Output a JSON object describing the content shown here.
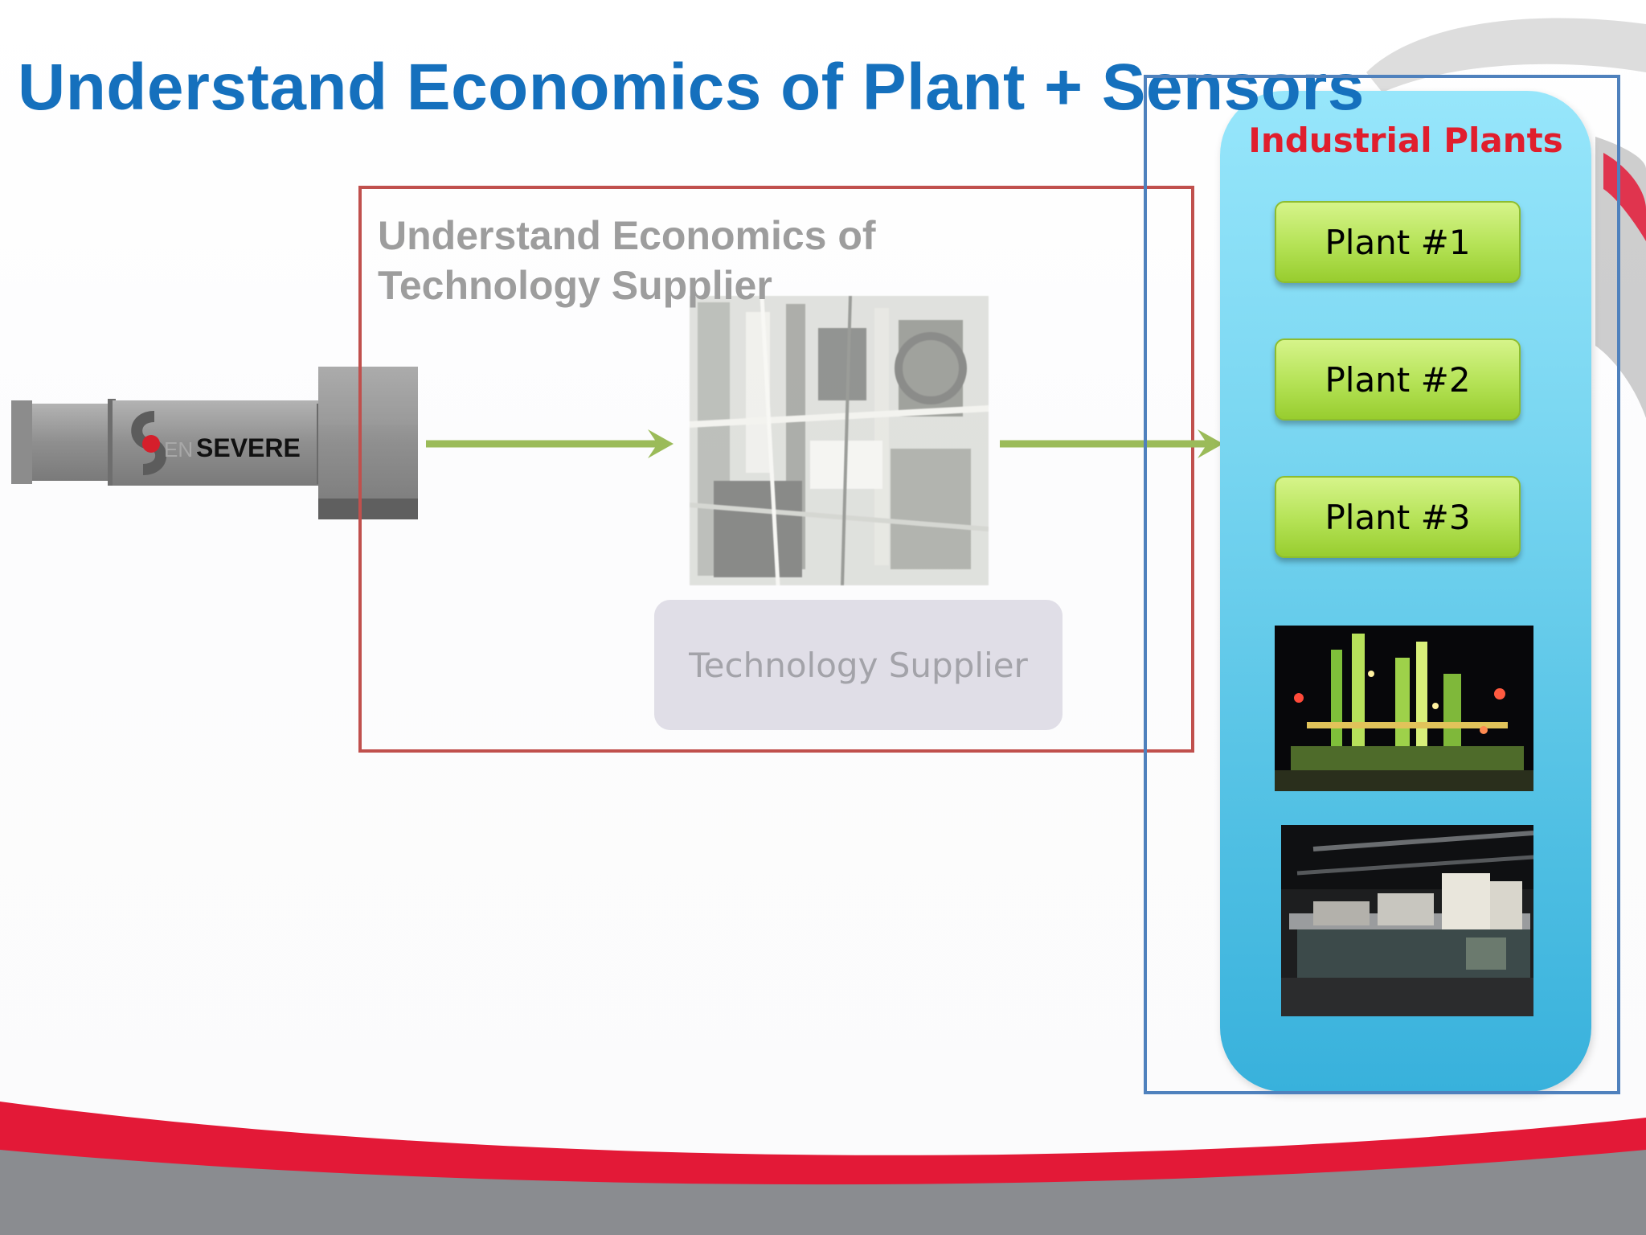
{
  "slide": {
    "title": "Understand Economics of Plant + Sensors"
  },
  "supplier_section": {
    "caption_line1": "Understand Economics of",
    "caption_line2": "Technology Supplier",
    "box_label": "Technology Supplier"
  },
  "sensor": {
    "brand_text": "SEVERE",
    "logo_letters": "EN"
  },
  "plants_section": {
    "heading": "Industrial Plants",
    "plants": [
      {
        "label": "Plant #1"
      },
      {
        "label": "Plant #2"
      },
      {
        "label": "Plant #3"
      }
    ]
  },
  "colors": {
    "title": "#1570bd",
    "supplier_frame": "#c0504d",
    "plants_frame": "#4f81bd",
    "arrow": "#9bbb59",
    "plants_heading": "#e01e2d",
    "plant_button": "#b4e255",
    "panel": "#4fbfe3",
    "footer_red": "#e31937",
    "footer_gray": "#8a8c90"
  }
}
